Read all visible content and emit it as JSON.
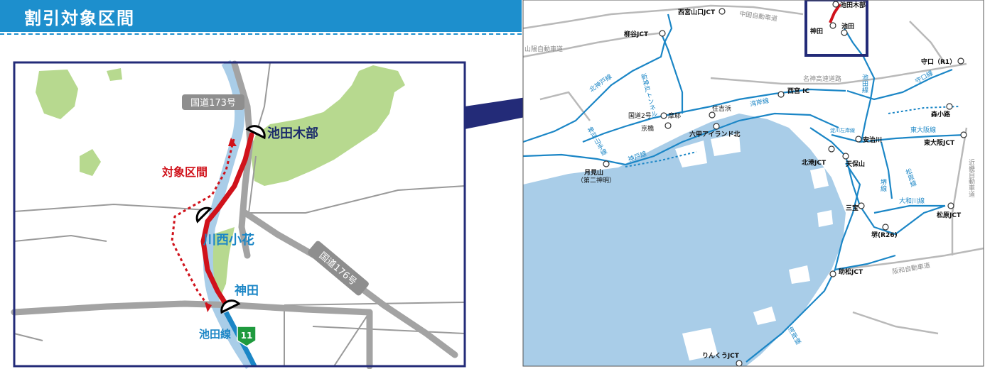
{
  "header": {
    "title": "割引対象区間"
  },
  "colors": {
    "header": "#1d8fcd",
    "frame": "#232b78",
    "route_red": "#d0121b",
    "sea": "#a9cde8",
    "expressway": "#1b86c6",
    "green": "#b7d98f"
  },
  "detail_map": {
    "roads": {
      "national_173": "国道173号",
      "national_176": "国道176号"
    },
    "target_label": "対象区間",
    "interchanges": {
      "ikedakibe": "池田木部",
      "kawanishiobana": "川西小花",
      "kanda": "神田"
    },
    "line_label": "池田線",
    "route_shield": "11"
  },
  "overview_map": {
    "jct": {
      "nishinomiya_yamaguchi": "西宮山口JCT",
      "yanagitani": "柳谷JCT",
      "nishinomiya_ic": "西宮 IC",
      "moriguchi": "守口（R1）",
      "morishoji": "森小路",
      "higashiosaka": "東大阪JCT",
      "hokko": "北港JCT",
      "tempozan": "天保山",
      "sanpo": "三宝",
      "sakai": "堺(R26)",
      "matsubara": "松原JCT",
      "sukematsu": "助松JCT",
      "rinku": "りんくうJCT",
      "tsukimiyama": "月見山",
      "tsukimiyama_sub": "（第二神明）",
      "kokudo2": "国道2号",
      "maya": "摩耶",
      "kyobashi": "京橋",
      "sumiyoshihama": "住吉浜",
      "rokko": "六甲アイランド北",
      "ajigawa": "安治川",
      "kanda": "神田",
      "ikeda": "池田",
      "ikedakibe": "池田木部"
    },
    "roads": {
      "chugoku": "中国自動車道",
      "sanyo": "山陽自動車道",
      "meishin": "名神高速道路",
      "hanwa": "阪和自動車道",
      "kinki": "近畿自動車道"
    },
    "lines": {
      "kitakobe": "北神戸線",
      "shinkobe_tunnel": "新神戸トンネル",
      "kobe_yamate": "神戸山手線",
      "kobe": "神戸線",
      "wangan": "湾岸線",
      "wangan_south": "湾岸線",
      "ikeda": "池田線",
      "moriguchi": "守口線",
      "higashiosaka": "東大阪線",
      "yodogawa": "淀川左岸線",
      "matsubara": "松原線",
      "sakai": "堺線",
      "yamatogawa": "大和川線"
    }
  }
}
